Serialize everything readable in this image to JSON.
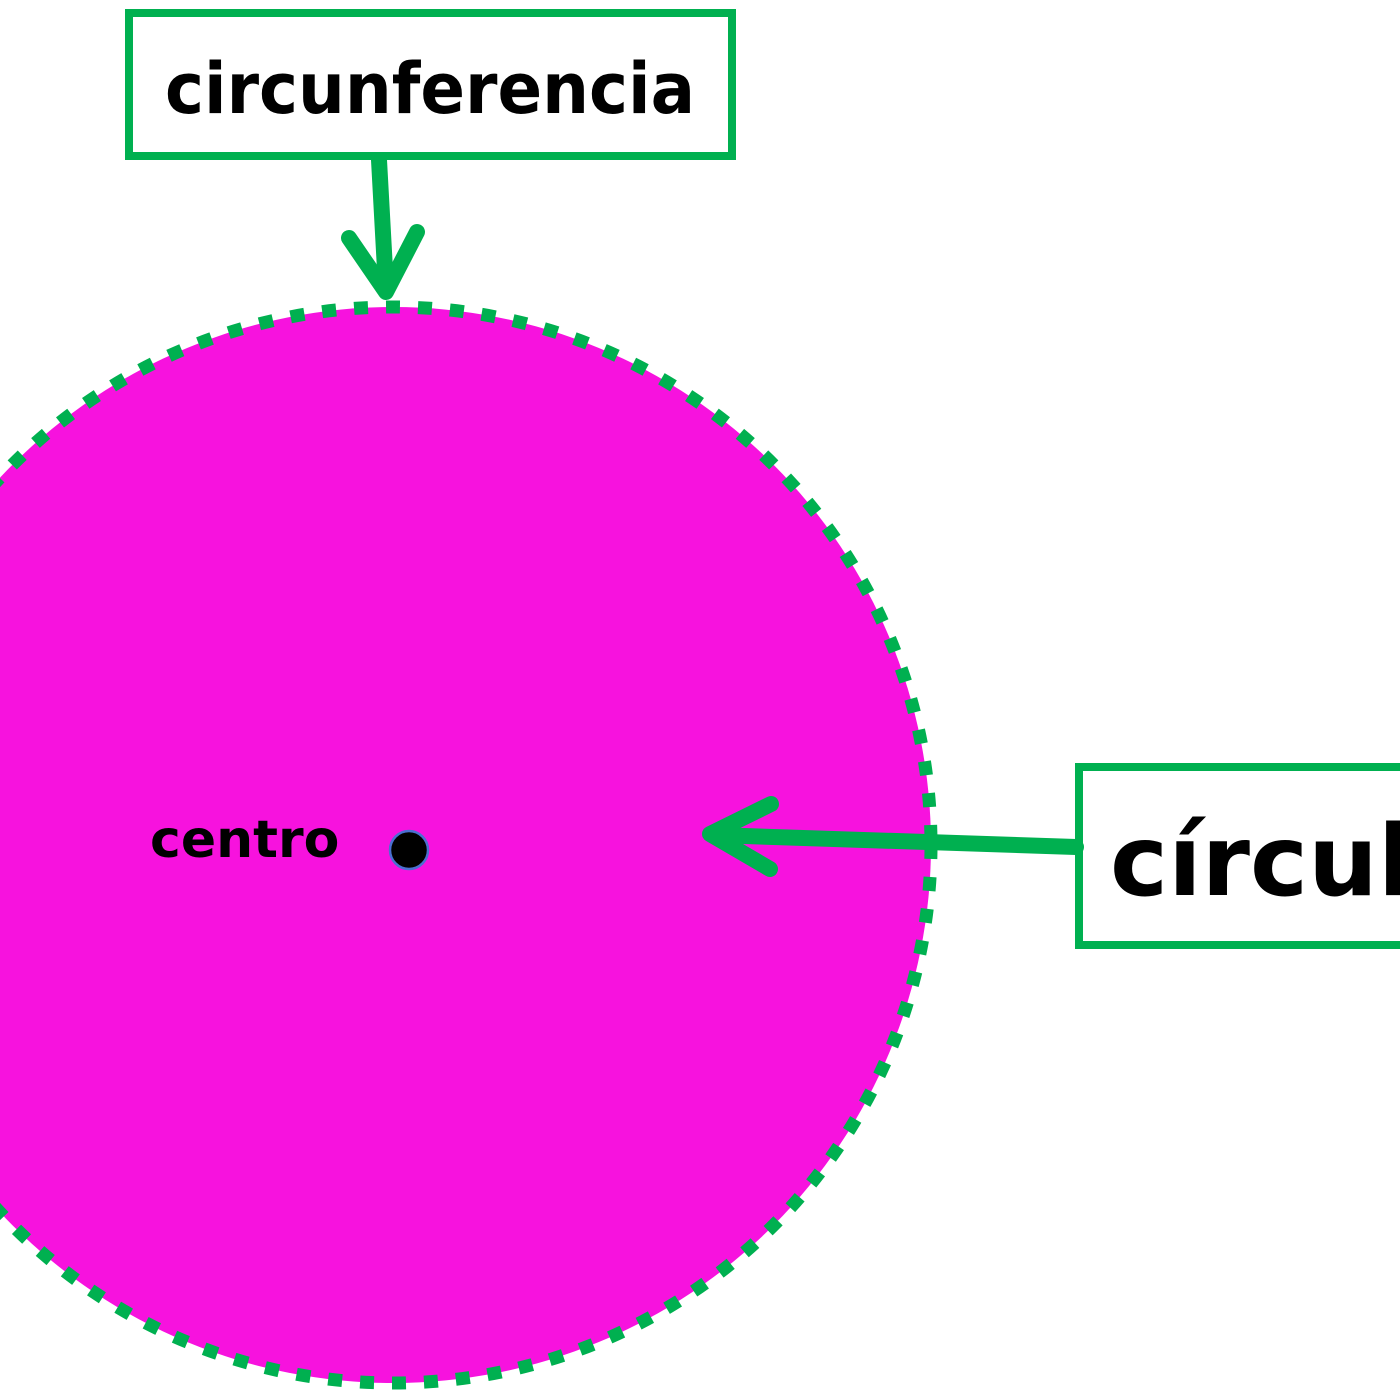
{
  "labels": {
    "circunferencia": "circunferencia",
    "circulo": "círculo",
    "centro": "centro"
  },
  "colors": {
    "fill": "#f712de",
    "outline": "#00b050",
    "text": "#000000",
    "background": "#ffffff"
  }
}
